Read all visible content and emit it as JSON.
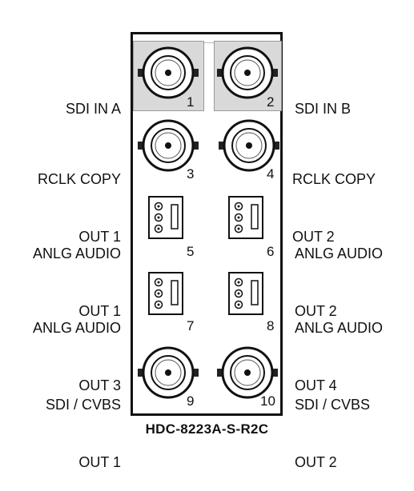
{
  "panel": {
    "model": "HDC-8223A-S-R2C"
  },
  "ports": [
    {
      "number": "1",
      "label_line1": "SDI IN A",
      "label_line2": "",
      "type": "bnc",
      "shaded": true
    },
    {
      "number": "2",
      "label_line1": "SDI IN B",
      "label_line2": "",
      "type": "bnc",
      "shaded": true
    },
    {
      "number": "3",
      "label_line1": "RCLK COPY",
      "label_line2": "OUT 1",
      "type": "bnc",
      "shaded": false
    },
    {
      "number": "4",
      "label_line1": "RCLK COPY",
      "label_line2": "OUT 2",
      "type": "bnc",
      "shaded": false
    },
    {
      "number": "5",
      "label_line1": "ANLG AUDIO",
      "label_line2": "OUT 1",
      "type": "terminal-block",
      "shaded": false
    },
    {
      "number": "6",
      "label_line1": "ANLG AUDIO",
      "label_line2": "OUT 2",
      "type": "terminal-block",
      "shaded": false
    },
    {
      "number": "7",
      "label_line1": "ANLG AUDIO",
      "label_line2": "OUT 3",
      "type": "terminal-block",
      "shaded": false
    },
    {
      "number": "8",
      "label_line1": "ANLG AUDIO",
      "label_line2": "OUT 4",
      "type": "terminal-block",
      "shaded": false
    },
    {
      "number": "9",
      "label_line1": "SDI / CVBS",
      "label_line2": "OUT 1",
      "type": "bnc",
      "shaded": false
    },
    {
      "number": "10",
      "label_line1": "SDI / CVBS",
      "label_line2": "OUT 2",
      "type": "bnc",
      "shaded": false
    }
  ]
}
